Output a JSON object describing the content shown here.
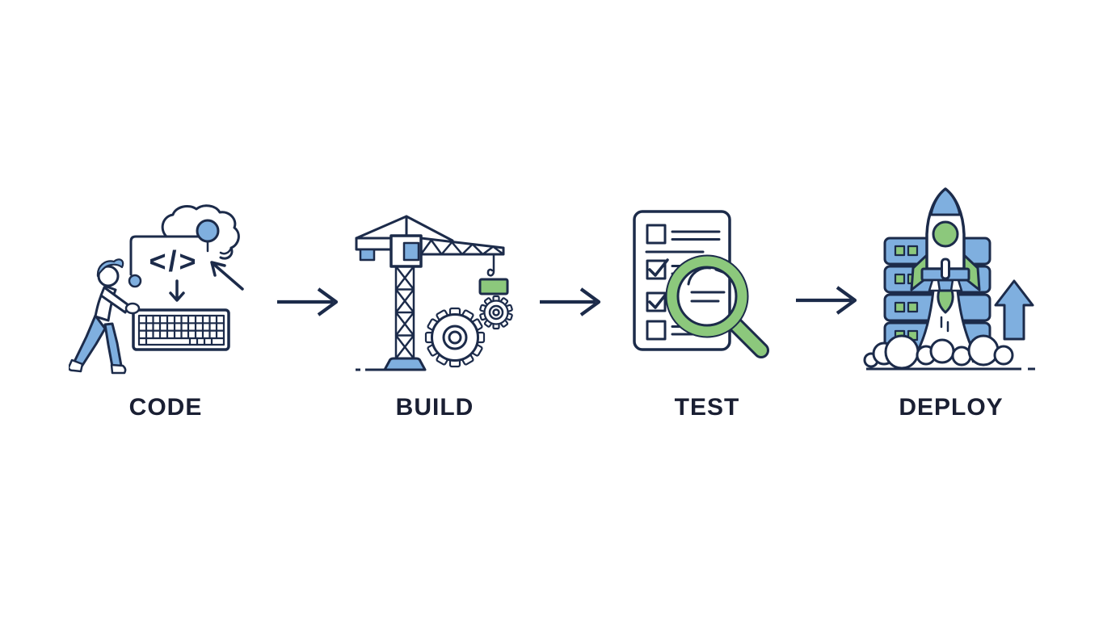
{
  "diagram": {
    "type": "horizontal-process-flow",
    "stages": [
      {
        "label": "CODE",
        "icon": "developer-pushing-keyboard-with-cloud-and-code-icon",
        "code_symbol": "</>"
      },
      {
        "label": "BUILD",
        "icon": "construction-crane-with-gears-icon"
      },
      {
        "label": "TEST",
        "icon": "checklist-with-magnifier-icon"
      },
      {
        "label": "DEPLOY",
        "icon": "rocket-launching-from-servers-icon"
      }
    ],
    "connectors": [
      {
        "type": "right-arrow"
      },
      {
        "type": "right-arrow"
      },
      {
        "type": "right-arrow"
      }
    ]
  },
  "colors": {
    "background": "#ffffff",
    "outline": "#1c2b4a",
    "blue": "#7fafdf",
    "green": "#8cc87c",
    "label": "#1a1f33"
  }
}
